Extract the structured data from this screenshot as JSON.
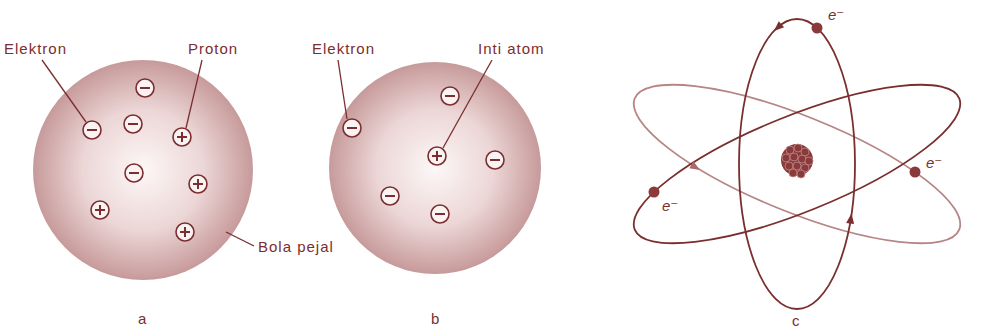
{
  "diagram": {
    "labels": [
      "Elektron",
      "Proton",
      "Bola pejal",
      "a",
      "Elektron",
      "Inti atom",
      "b",
      "e⁻",
      "e⁻",
      "e⁻",
      "c"
    ]
  }
}
